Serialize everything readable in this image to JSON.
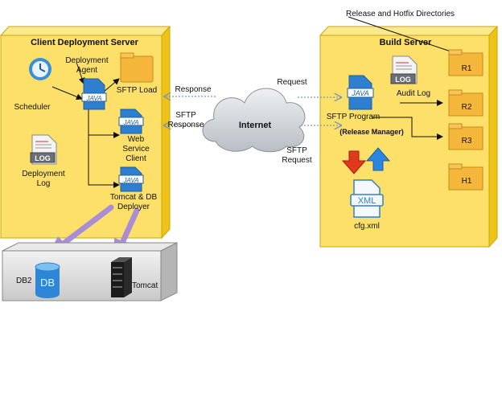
{
  "client": {
    "title": "Client Deployment Server",
    "deployment_agent": "Deployment Agent",
    "scheduler": "Scheduler",
    "sftp_load": "SFTP Load",
    "web_service_client": "Web Service Client",
    "deployment_log": "Deployment Log",
    "tomcat_db_deployer": "Tomcat & DB Deployer"
  },
  "build": {
    "title": "Build Server",
    "audit_log": "Audit Log",
    "sftp_program": "SFTP Program",
    "release_manager": "(Release Manager)",
    "cfg": "cfg.xml",
    "folders": [
      "R1",
      "R2",
      "R3",
      "H1"
    ]
  },
  "callout": "Release and Hotfix Directories",
  "network": {
    "internet": "Internet",
    "request": "Request",
    "response": "Response",
    "sftp_response": "SFTP Response",
    "sftp_request": "SFTP Request"
  },
  "targets": {
    "db_label": "DB2",
    "db_icon_text": "DB",
    "tomcat": "Tomcat"
  },
  "icons": {
    "java": "JAVA",
    "log": "LOG",
    "xml": "XML"
  },
  "colors": {
    "server_face": "#fde06a",
    "server_side": "#f3c418",
    "java_blue": "#2f7fd0",
    "folder": "#f5b73b",
    "arrow_purple": "#a98ed6"
  }
}
